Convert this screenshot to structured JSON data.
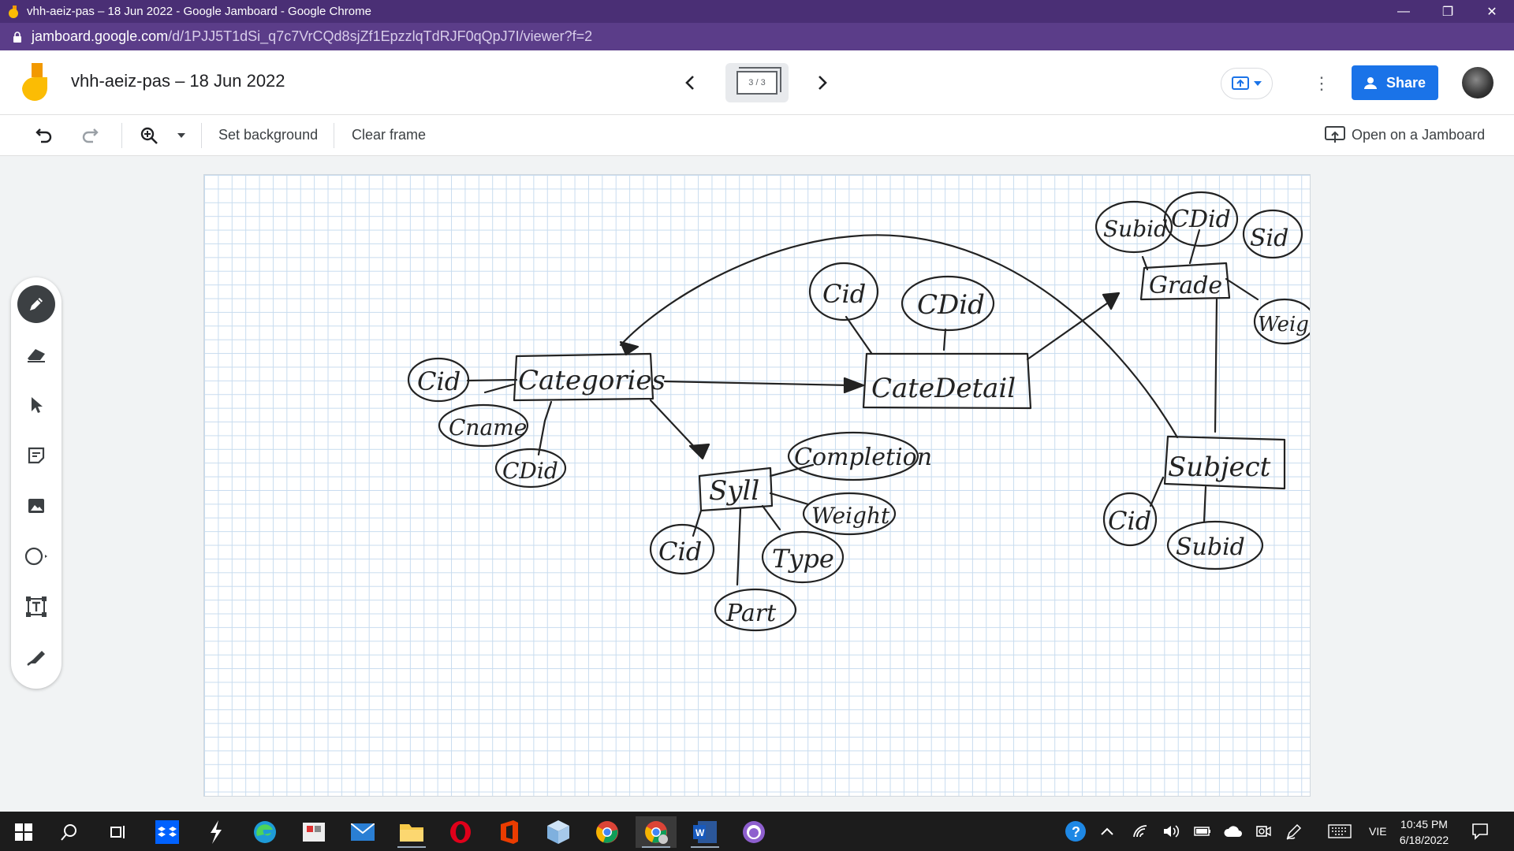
{
  "browser": {
    "window_title": "vhh-aeiz-pas – 18 Jun 2022 - Google Jamboard - Google Chrome",
    "url_host": "jamboard.google.com",
    "url_path": "/d/1PJJ5T1dSi_q7c7VrCQd8sjZf1EpzzlqTdRJF0qQpJ7I/viewer?f=2"
  },
  "header": {
    "title": "vhh-aeiz-pas – 18 Jun 2022",
    "frame_indicator": "3 / 3",
    "share_label": "Share"
  },
  "toolbar": {
    "set_background": "Set background",
    "clear_frame": "Clear frame",
    "open_on_jamboard": "Open on a Jamboard"
  },
  "tools": [
    "pen-icon",
    "eraser-icon",
    "select-icon",
    "sticky-note-icon",
    "image-icon",
    "shape-icon",
    "text-box-icon",
    "laser-icon"
  ],
  "diagram": {
    "entities": [
      "Categories",
      "CateDetail",
      "Syll",
      "Grade",
      "Subject"
    ],
    "attributes": [
      "Cid",
      "Cname",
      "CDid",
      "Cid",
      "CDid",
      "Completion",
      "Weight",
      "Cid",
      "Type",
      "Part",
      "Subid",
      "CDid",
      "Sid",
      "Weight",
      "Cid",
      "Subid"
    ]
  },
  "taskbar": {
    "clock_time": "10:45 PM",
    "clock_date": "6/18/2022",
    "language": "VIE"
  },
  "colors": {
    "chrome_title": "#4a2f75",
    "chrome_address": "#5b3d89",
    "share_button": "#1a73e8",
    "grid_line": "#c8dcef"
  }
}
